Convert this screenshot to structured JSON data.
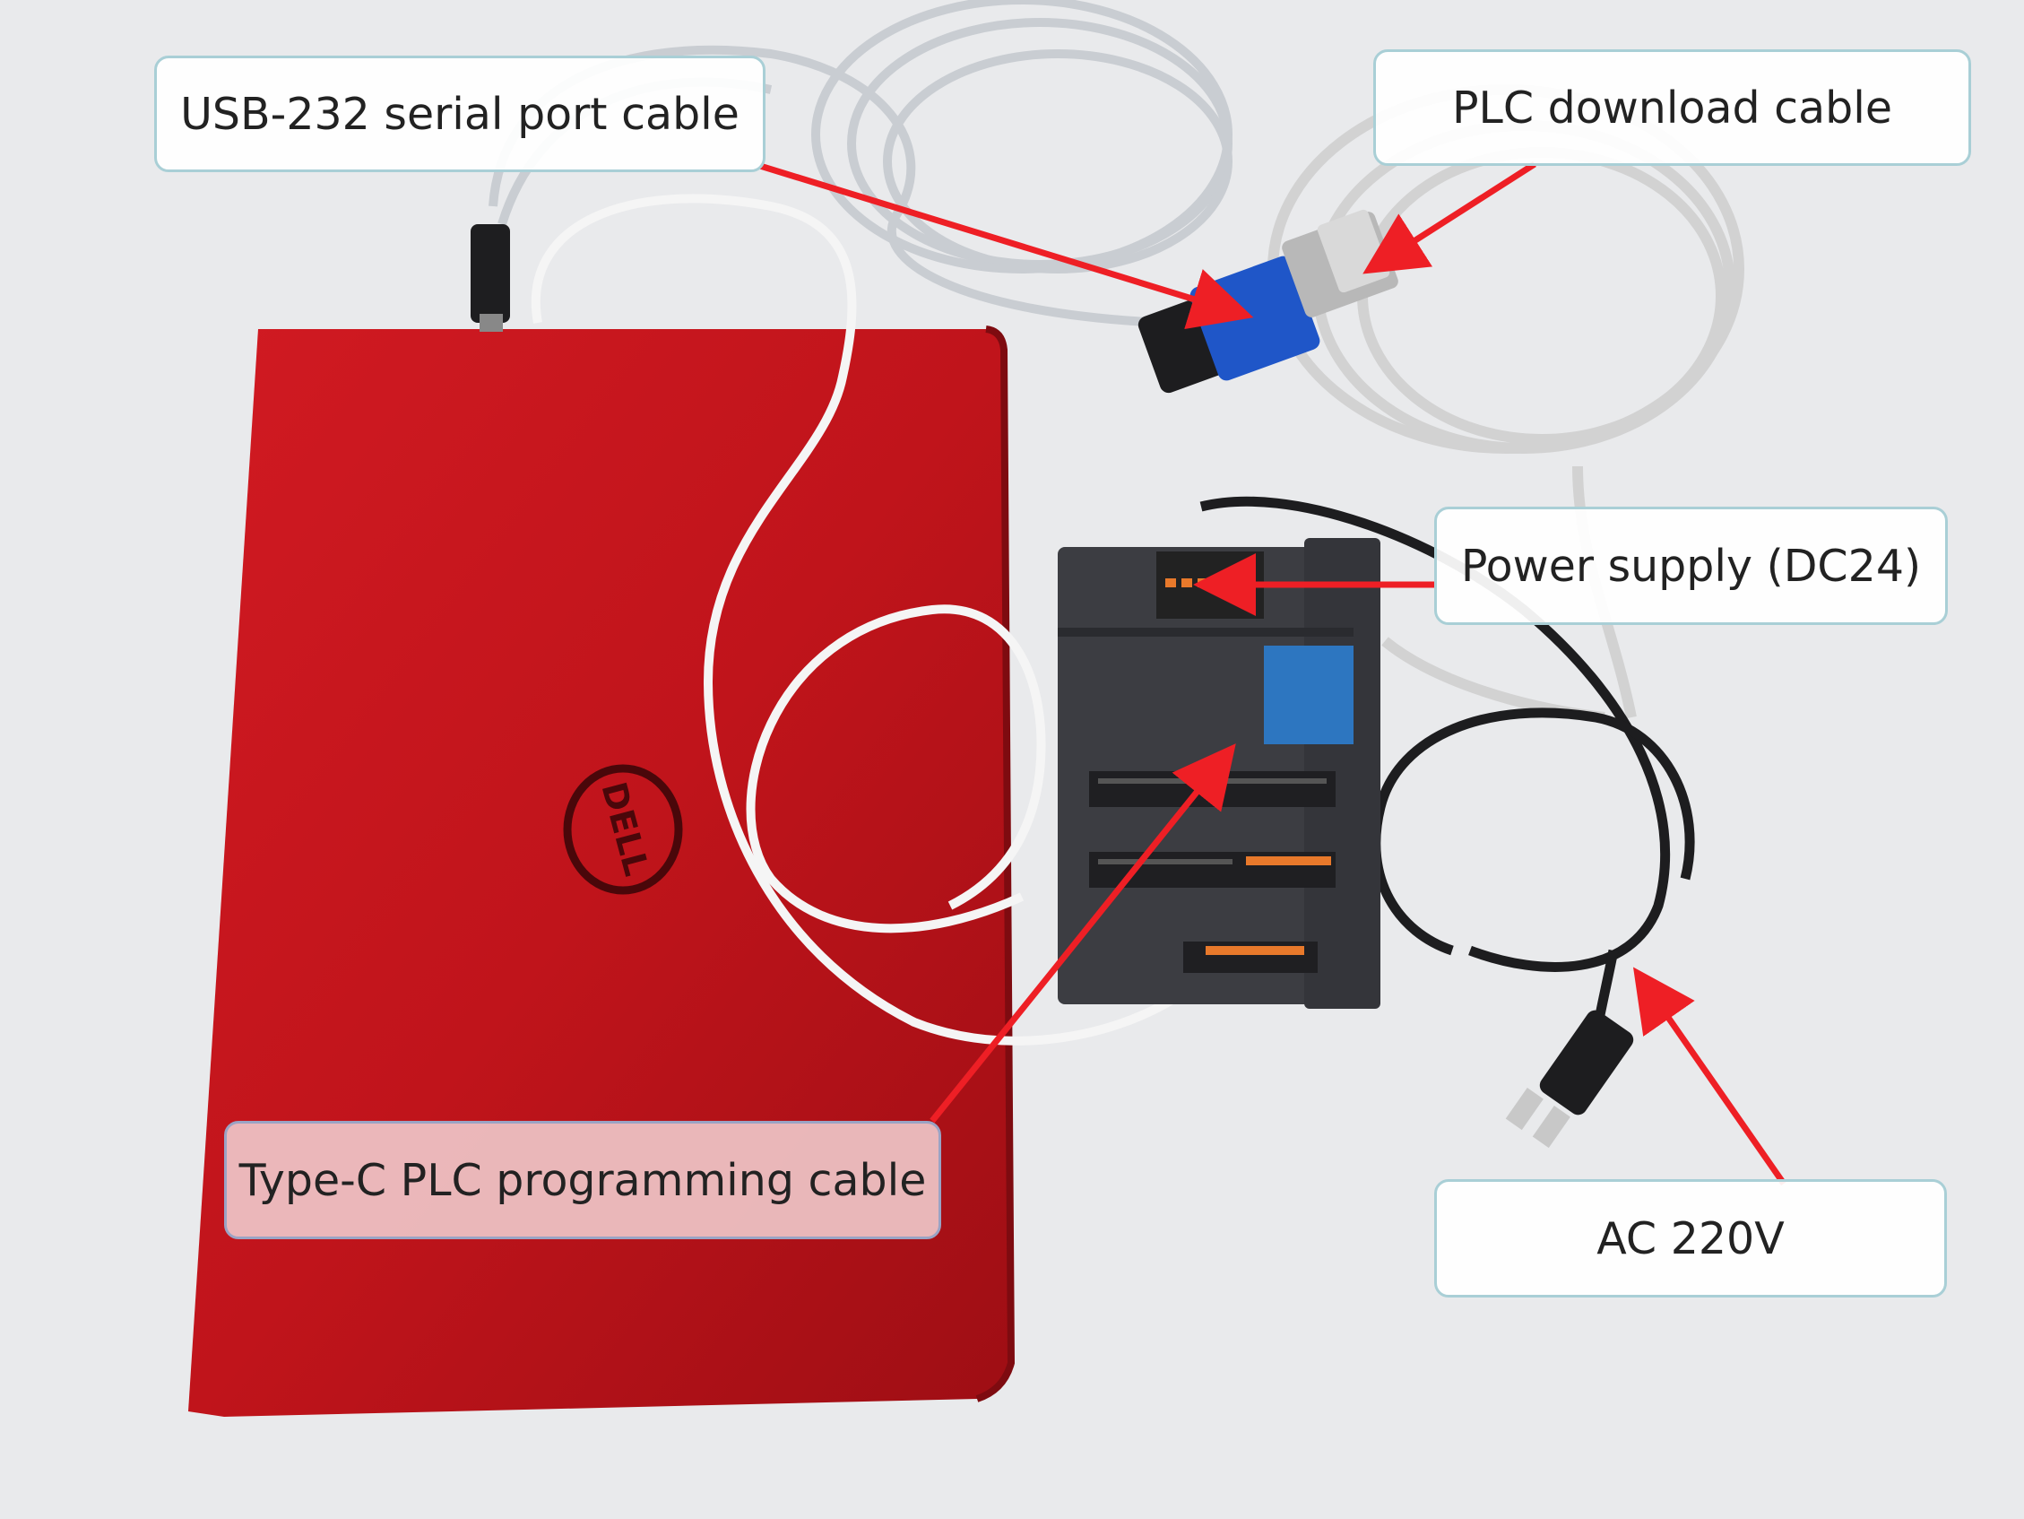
{
  "image": {
    "labels": {
      "usb_cable": "USB-232 serial port cable",
      "download_cable": "PLC download cable",
      "power_supply": "Power supply (DC24)",
      "programming_cable": "Type-C PLC programming cable",
      "ac_power": "AC 220V"
    },
    "laptop_logo": "DELL",
    "colors": {
      "laptop": "#c0141b",
      "arrow": "#ee1f25",
      "plc_body": "#3c3d42",
      "terminal": "#e8792b",
      "db9_connector": "#1f56c8",
      "background": "#e9eaec",
      "callout_border": "#a9cfd6"
    }
  }
}
